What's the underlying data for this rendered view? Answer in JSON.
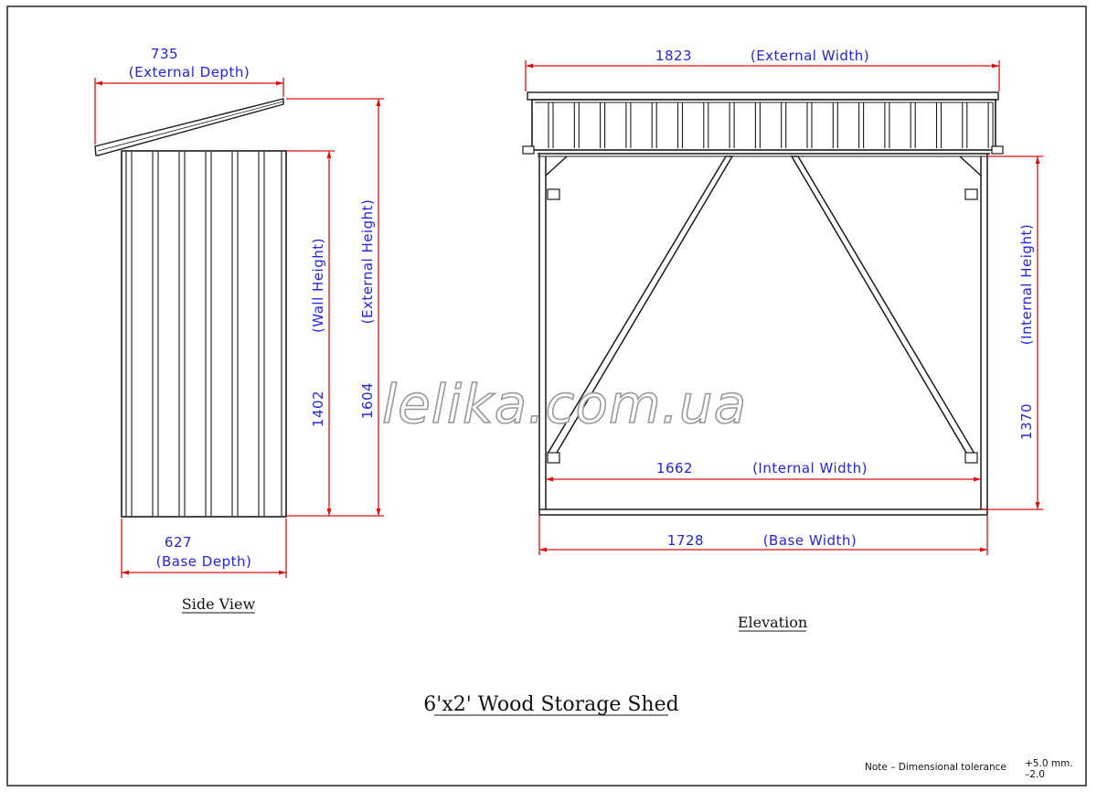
{
  "title": "6'x2' Wood Storage Shed",
  "side_view": {
    "caption": "Side View",
    "external_depth_value": "735",
    "external_depth_label": "(External Depth)",
    "base_depth_value": "627",
    "base_depth_label": "(Base Depth)",
    "wall_height_value": "1402",
    "wall_height_label": "(Wall Height)",
    "external_height_value": "1604",
    "external_height_label": "(External Height)"
  },
  "elevation": {
    "caption": "Elevation",
    "external_width_value": "1823",
    "external_width_label": "(External Width)",
    "internal_width_value": "1662",
    "internal_width_label": "(Internal Width)",
    "base_width_value": "1728",
    "base_width_label": "(Base Width)",
    "internal_height_value": "1370",
    "internal_height_label": "(Internal Height)"
  },
  "watermark": "lelika.com.ua",
  "note": {
    "text": "Note  –  Dimensional tolerance",
    "plus": "+5.0 mm.",
    "minus": "–2.0"
  }
}
